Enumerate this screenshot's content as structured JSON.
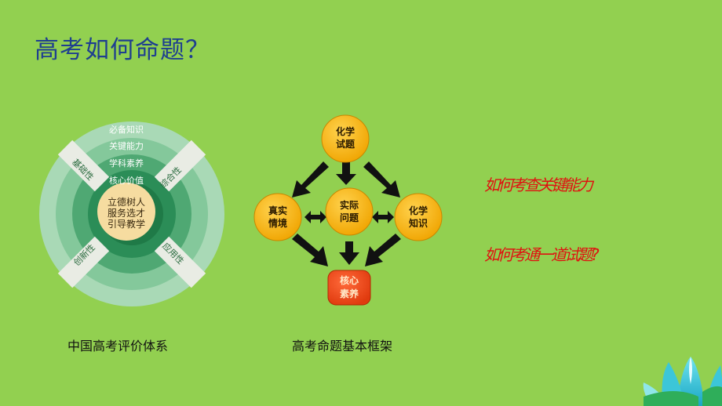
{
  "slide": {
    "title": "高考如何命题？"
  },
  "evaluation_system": {
    "caption": "中国高考评价体系",
    "rings": [
      "必备知识",
      "关键能力",
      "学科素养",
      "核心价值"
    ],
    "center": [
      "立德树人",
      "服务选才",
      "引导教学"
    ],
    "sectors": [
      "基础性",
      "综合性",
      "创新性",
      "应用性"
    ]
  },
  "framework": {
    "caption": "高考命题基本框架",
    "nodes": {
      "top": [
        "化学",
        "试题"
      ],
      "left": [
        "真实",
        "情境"
      ],
      "center": [
        "实际",
        "问题"
      ],
      "right": [
        "化学",
        "知识"
      ],
      "bottom": [
        "核心",
        "素养"
      ]
    }
  },
  "questions": [
    "如何考查关键能力",
    "如何考通一道试题?"
  ]
}
